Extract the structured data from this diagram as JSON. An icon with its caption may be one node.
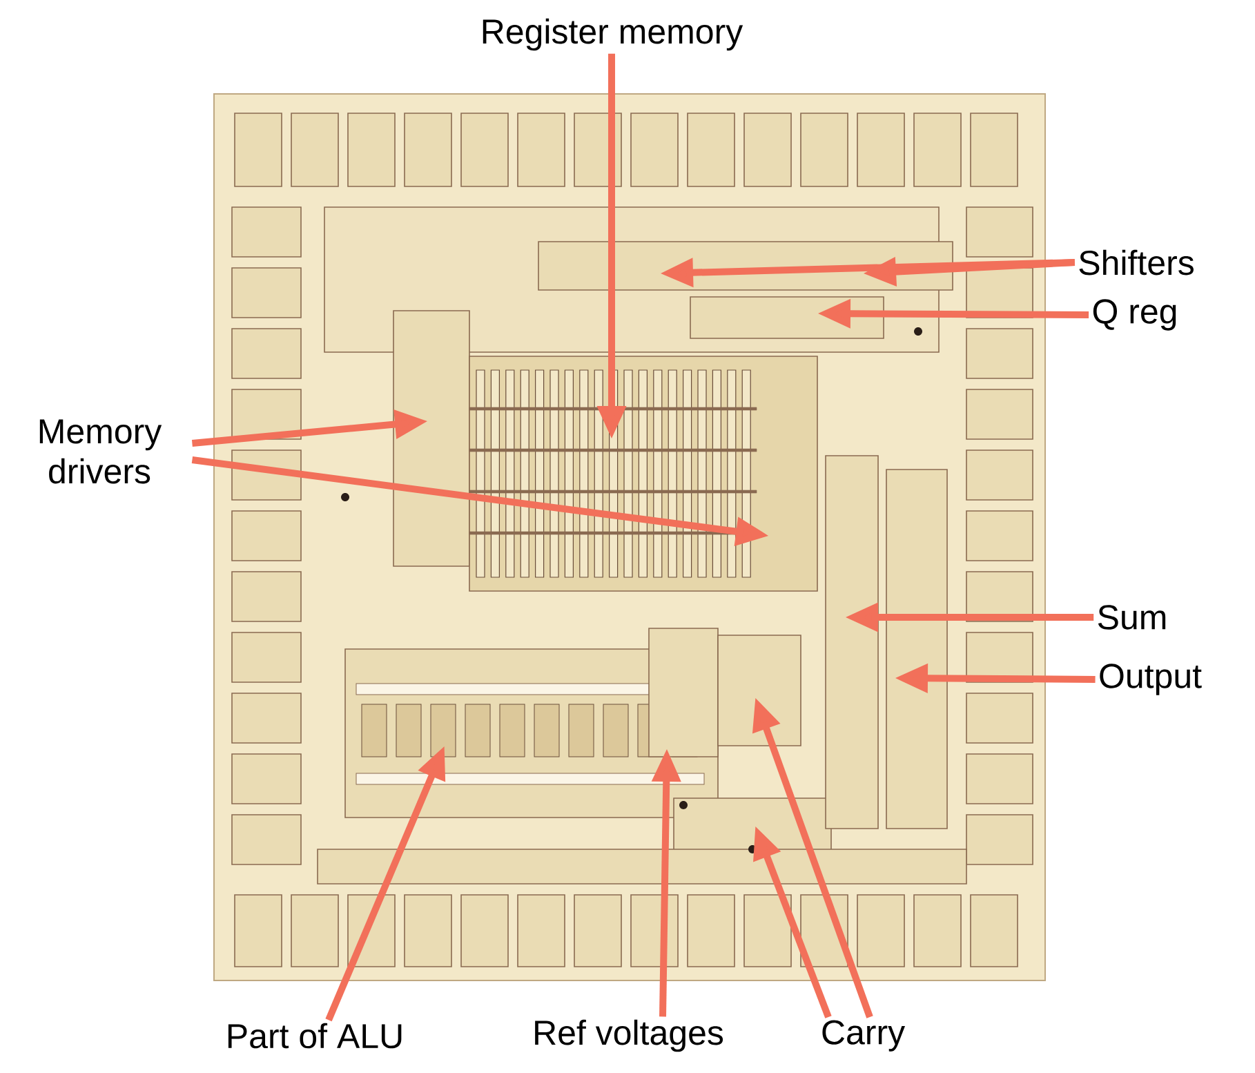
{
  "diagram": {
    "nodes": [
      {
        "text": [
          "Register memory"
        ]
      },
      {
        "text": [
          "Shifters"
        ]
      },
      {
        "text": [
          "Q reg"
        ]
      },
      {
        "text": [
          "Memory drivers"
        ]
      },
      {
        "text": [
          "Sum"
        ]
      },
      {
        "text": [
          "Output"
        ]
      },
      {
        "text": [
          "Part of ALU"
        ]
      },
      {
        "text": [
          "Ref voltages"
        ]
      },
      {
        "text": [
          "Carry"
        ]
      }
    ],
    "edges": [
      {
        "from": 0,
        "to": null,
        "arrow": "to"
      },
      {
        "from": 1,
        "to": null,
        "arrow": "to"
      },
      {
        "from": 1,
        "to": null,
        "arrow": "to"
      },
      {
        "from": 2,
        "to": null,
        "arrow": "to"
      },
      {
        "from": 3,
        "to": null,
        "arrow": "to"
      },
      {
        "from": 3,
        "to": null,
        "arrow": "to"
      },
      {
        "from": 4,
        "to": null,
        "arrow": "to"
      },
      {
        "from": 5,
        "to": null,
        "arrow": "to"
      },
      {
        "from": 6,
        "to": null,
        "arrow": "to"
      },
      {
        "from": 7,
        "to": null,
        "arrow": "to"
      },
      {
        "from": 8,
        "to": null,
        "arrow": "to"
      },
      {
        "from": 8,
        "to": null,
        "arrow": "to"
      }
    ]
  }
}
